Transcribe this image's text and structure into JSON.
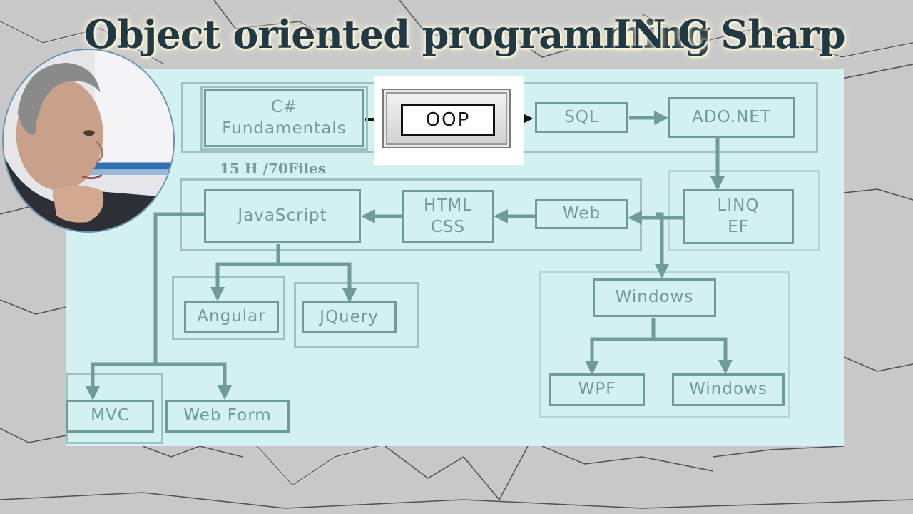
{
  "title": {
    "part1": "Object oriented programming",
    "part2": "IN C Sharp"
  },
  "note": "15 H /70Files",
  "nodes": {
    "csharp": "C#\nFundamentals",
    "oop": "OOP",
    "sql": "SQL",
    "adonet": "ADO.NET",
    "linq": "LINQ\nEF",
    "web": "Web",
    "html": "HTML\nCSS",
    "javascript": "JavaScript",
    "angular": "Angular",
    "jquery": "JQuery",
    "windows": "Windows",
    "wpf": "WPF",
    "windows_forms": "Windows",
    "mvc": "MVC",
    "webform": "Web Form"
  },
  "colors": {
    "panel": "#d3f1f1",
    "box_stroke": "#6f9b9a",
    "group_stroke": "#9cc3c2",
    "title": "#213945",
    "background": "#c9c9c9"
  }
}
